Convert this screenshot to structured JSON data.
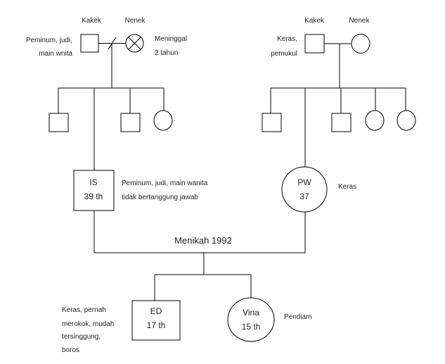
{
  "grandparents_paternal": {
    "grandfather_label": "Kakek",
    "grandmother_label": "Nenek",
    "grandfather_note": [
      "Peminum, judi,",
      "main wnita"
    ],
    "grandmother_note": [
      "Meninggal",
      "2 tahun"
    ]
  },
  "grandparents_maternal": {
    "grandfather_label": "Kakek",
    "grandmother_label": "Nenek",
    "grandfather_note": [
      "Keras,",
      "pemukul"
    ]
  },
  "father": {
    "name": "IS",
    "age": "39 th",
    "note": [
      "Peminum, judi, main wanita",
      "tidak bertanggung jawab"
    ]
  },
  "mother": {
    "name": "PW",
    "age": "37",
    "note": "Keras"
  },
  "marriage_label": "Menikah 1992",
  "child_ed": {
    "name": "ED",
    "age": "17 th",
    "note": [
      "Keras, pernah",
      "merokok, mudah",
      "tersinggung,",
      "boros"
    ]
  },
  "child_vina": {
    "name": "Vina",
    "age": "15 th",
    "note": "Pendiam"
  }
}
